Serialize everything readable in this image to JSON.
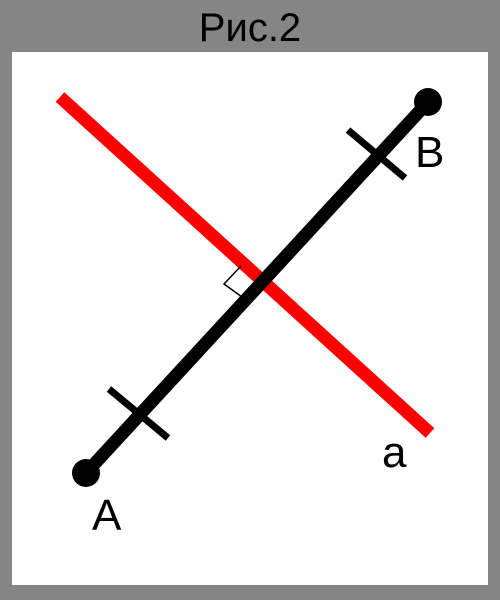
{
  "title": "Рис.2",
  "labels": {
    "point_a": "A",
    "point_b": "B",
    "line_a": "a"
  },
  "colors": {
    "background": "#858585",
    "canvas": "#ffffff",
    "segment": "#000000",
    "line_a": "#ff0000"
  }
}
